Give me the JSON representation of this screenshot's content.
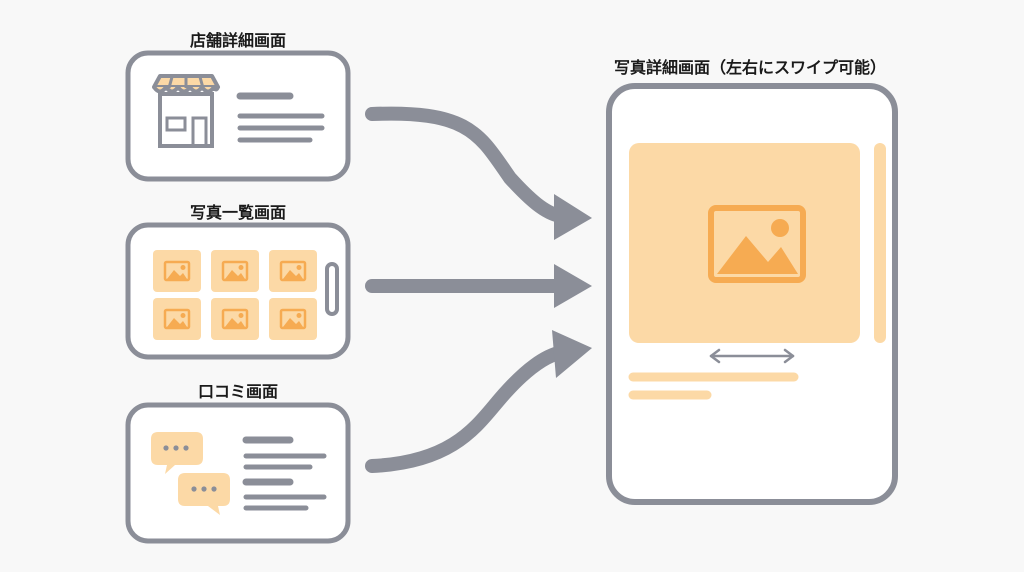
{
  "screens": {
    "store_detail": {
      "title": "店舗詳細画面"
    },
    "photo_list": {
      "title": "写真一覧画面"
    },
    "reviews": {
      "title": "口コミ画面"
    },
    "photo_detail": {
      "title": "写真詳細画面（左右にスワイプ可能）"
    }
  },
  "colors": {
    "frame": "#8b8e98",
    "photo_tile": "#fcd9a6",
    "photo_icon": "#f6ab52",
    "text_line": "#8b8e98",
    "caption_line": "#fcd9a6",
    "background": "#f8f8f8"
  },
  "icons": [
    "store-icon",
    "image-icon",
    "chat-bubble-icon",
    "swipe-arrow-icon",
    "flow-arrow-icon"
  ]
}
